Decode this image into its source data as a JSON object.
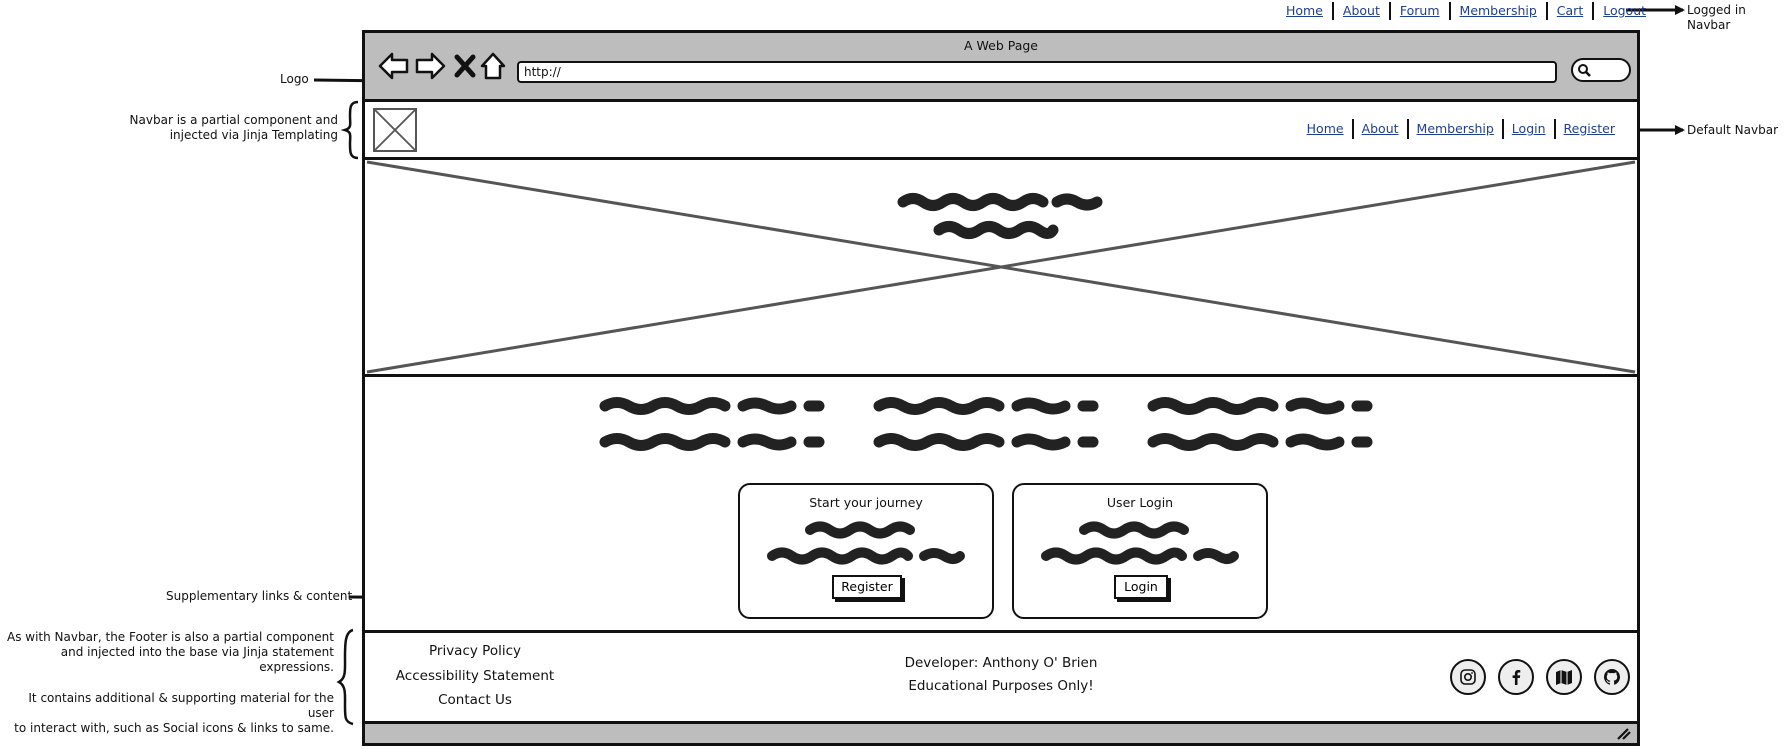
{
  "top_nav": {
    "items": [
      "Home",
      "About",
      "Forum",
      "Membership",
      "Cart",
      "Logout"
    ],
    "annotation": "Logged in Navbar"
  },
  "browser": {
    "title": "A Web Page",
    "url": "http://"
  },
  "site_navbar": {
    "items": [
      "Home",
      "About",
      "Membership",
      "Login",
      "Register"
    ],
    "annotation": "Default Navbar"
  },
  "cards": [
    {
      "title": "Start your journey",
      "button": "Register"
    },
    {
      "title": "User Login",
      "button": "Login"
    }
  ],
  "footer": {
    "links": [
      "Privacy Policy",
      "Accessibility Statement",
      "Contact Us"
    ],
    "developer": "Developer: Anthony O' Brien",
    "purpose": "Educational Purposes Only!",
    "social_icons": [
      "instagram-icon",
      "facebook-icon",
      "map-icon",
      "github-icon"
    ]
  },
  "annotations": {
    "logo": "Logo",
    "navbar_line1": "Navbar is a partial component and",
    "navbar_line2": "injected via Jinja Templating",
    "supplementary": "Supplementary links & content",
    "footer_line1": "As with Navbar, the Footer is also a partial component",
    "footer_line2": "and injected into the base via Jinja statement",
    "footer_line3": "expressions.",
    "footer_line4": "It contains additional & supporting material for the user",
    "footer_line5": "to interact with, such as Social icons & links to same."
  }
}
